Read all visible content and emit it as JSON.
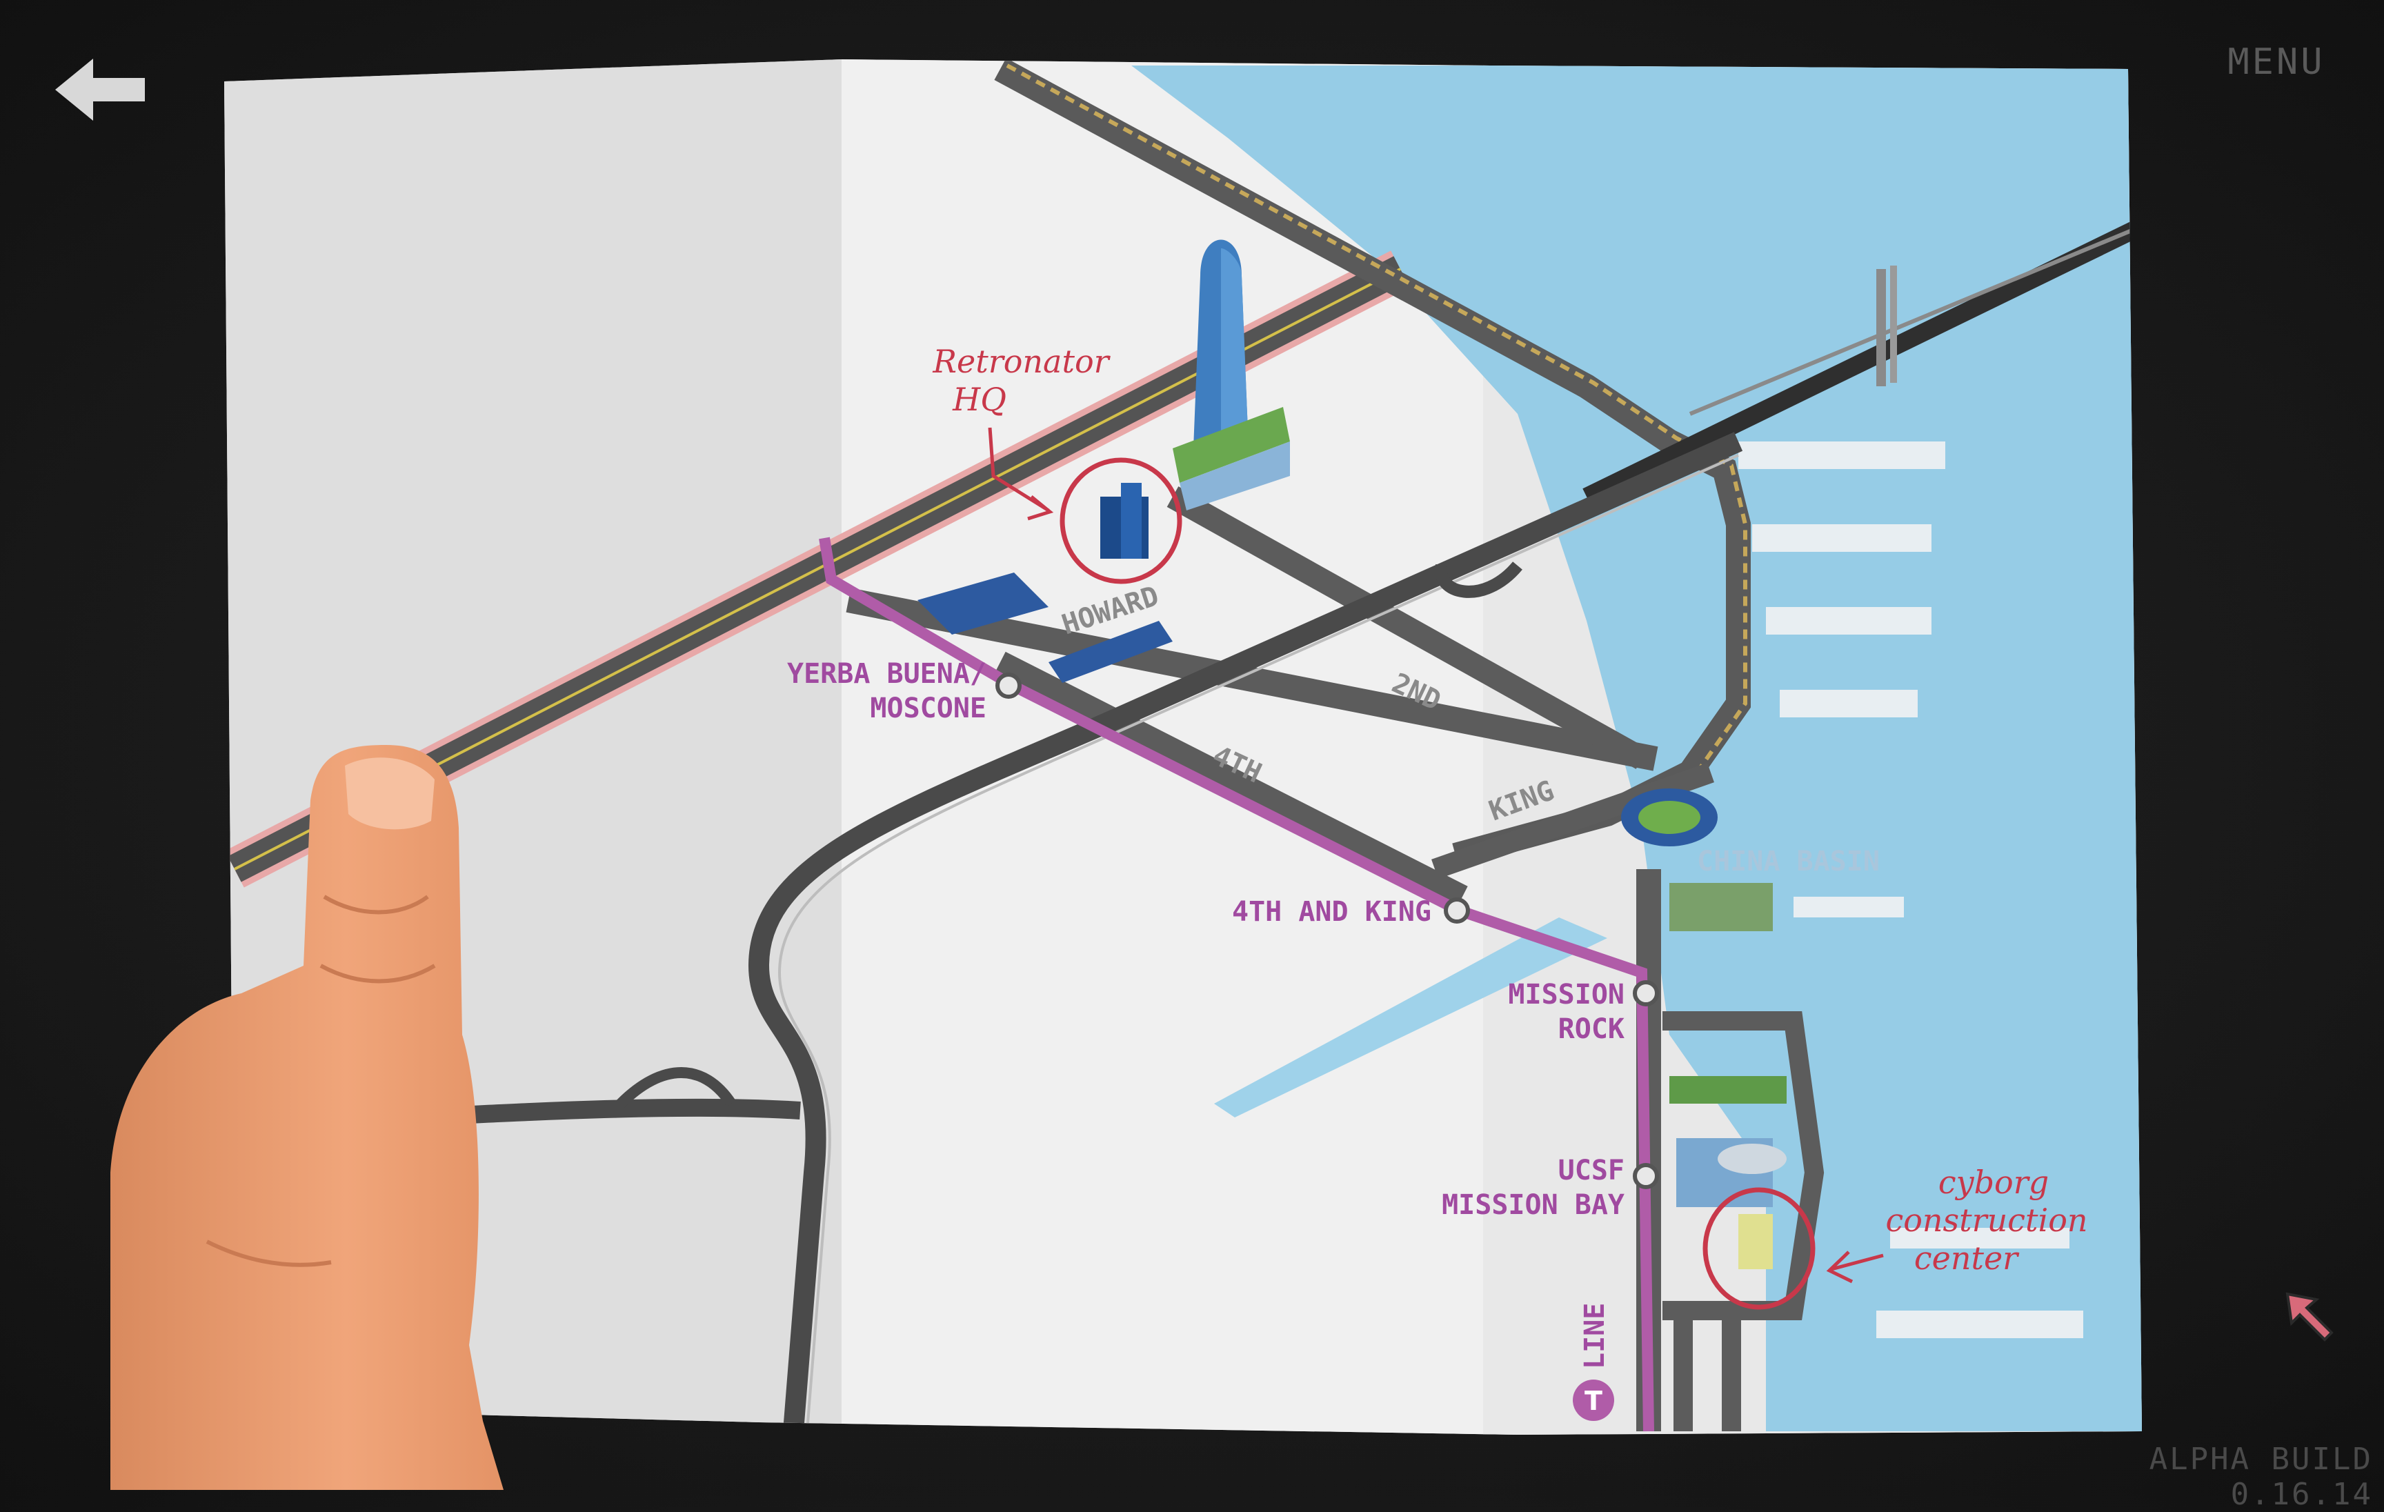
{
  "hud": {
    "menu_label": "MENU",
    "build_label": "ALPHA BUILD 0.16.14"
  },
  "map": {
    "streets": {
      "howard": "HOWARD",
      "second": "2ND",
      "fourth": "4TH",
      "king": "KING"
    },
    "stations": [
      {
        "line1": "YERBA BUENA/",
        "line2": "MOSCONE"
      },
      {
        "line1": "4TH AND KING",
        "line2": ""
      },
      {
        "line1": "MISSION",
        "line2": "ROCK"
      },
      {
        "line1": "UCSF",
        "line2": "MISSION BAY"
      }
    ],
    "district": "CHINA BASIN",
    "line_label": "LINE",
    "line_letter": "T",
    "note_hq": {
      "line1": "Retronator",
      "line2": "HQ"
    },
    "note_cyborg": {
      "line1": "cyborg",
      "line2": "construction",
      "line3": "center"
    }
  },
  "colors": {
    "background": "#1c1c1c",
    "paper": "#efefef",
    "water": "#96cce6",
    "muni_line": "#b05ca8",
    "note_red": "#c8384a",
    "road": "#585858"
  },
  "icons": [
    "back-arrow-icon",
    "cursor-arrow-icon"
  ]
}
